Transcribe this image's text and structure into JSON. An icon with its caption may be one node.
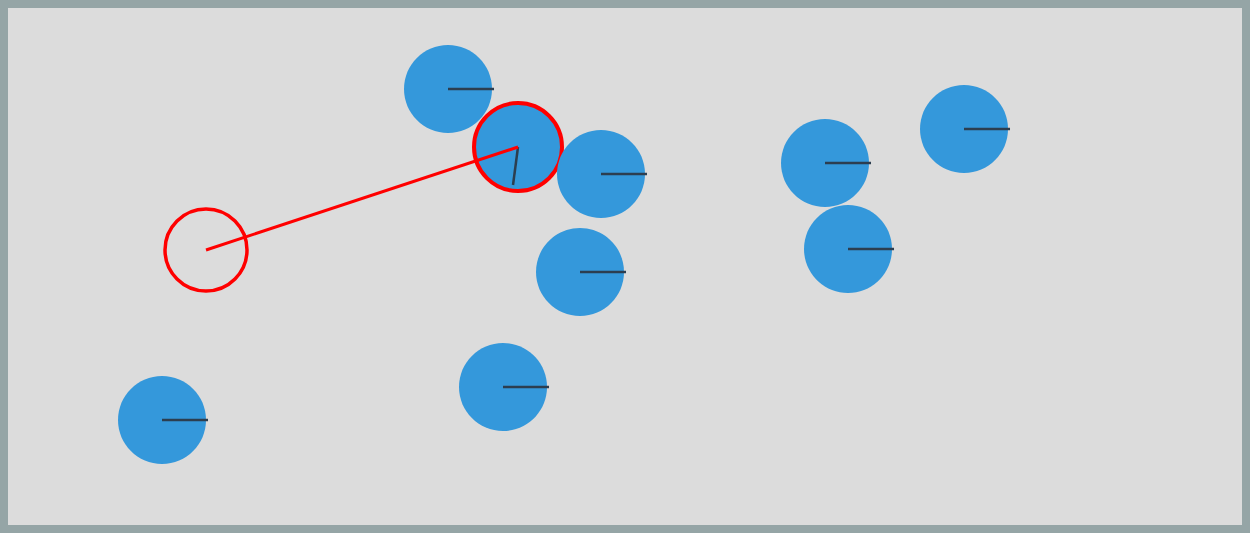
{
  "diagram": {
    "nodes": [
      {
        "text": [],
        "shape": "circle"
      },
      {
        "text": [],
        "shape": "circle"
      },
      {
        "text": [],
        "shape": "circle"
      },
      {
        "text": [],
        "shape": "circle"
      },
      {
        "text": [],
        "shape": "circle"
      },
      {
        "text": [],
        "shape": "circle"
      },
      {
        "text": [],
        "shape": "circle"
      },
      {
        "text": [],
        "shape": "circle"
      },
      {
        "text": [],
        "shape": "circle"
      },
      {
        "text": [],
        "shape": "circle"
      }
    ],
    "edges": [
      {
        "from": 1,
        "to": 4,
        "arrow": "none"
      }
    ]
  }
}
